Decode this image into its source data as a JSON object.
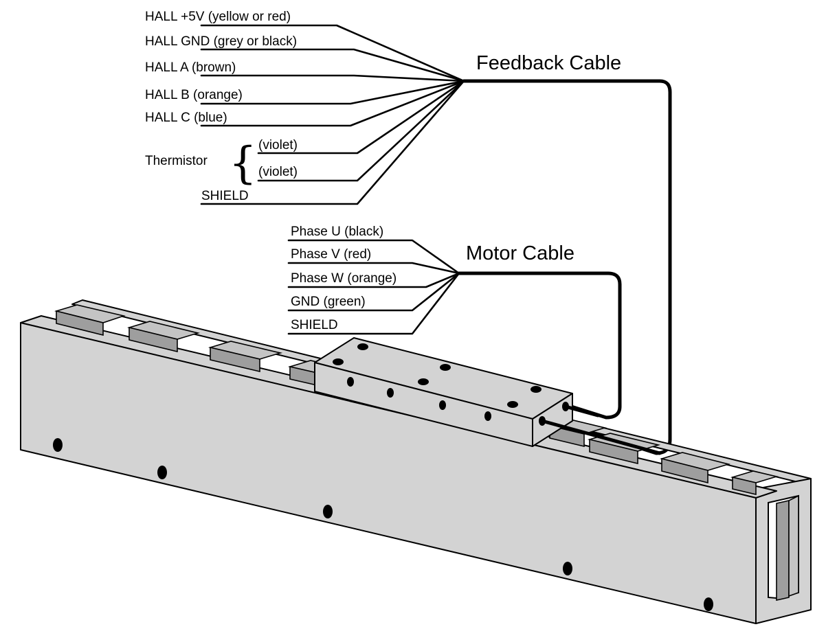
{
  "feedback_cable": {
    "title": "Feedback Cable",
    "wires": [
      {
        "label": "HALL +5V (yellow or red)"
      },
      {
        "label": "HALL GND (grey or black)"
      },
      {
        "label": "HALL A (brown)"
      },
      {
        "label": "HALL B (orange)"
      },
      {
        "label": "HALL C (blue)"
      },
      {
        "label": "(violet)"
      },
      {
        "label": "(violet)"
      },
      {
        "label": "SHIELD"
      }
    ],
    "thermistor_label": "Thermistor"
  },
  "motor_cable": {
    "title": "Motor Cable",
    "wires": [
      {
        "label": "Phase U (black)"
      },
      {
        "label": "Phase V (red)"
      },
      {
        "label": "Phase W (orange)"
      },
      {
        "label": "GND (green)"
      },
      {
        "label": "SHIELD"
      }
    ]
  },
  "colors": {
    "rail": "#d3d3d3",
    "magnet": "#9e9e9e",
    "magnet_top": "#c4c4c4",
    "line": "#000000"
  }
}
